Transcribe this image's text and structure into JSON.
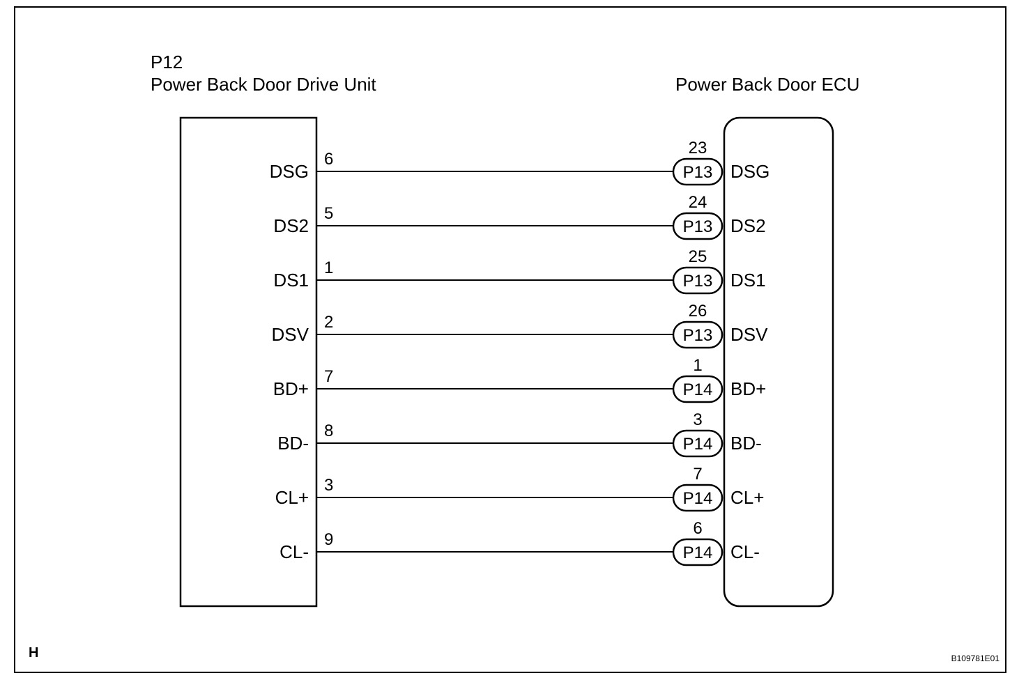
{
  "left_unit": {
    "connector": "P12",
    "name": "Power Back Door Drive Unit"
  },
  "right_unit": {
    "name": "Power Back Door ECU"
  },
  "wires": [
    {
      "left_label": "DSG",
      "left_pin": "6",
      "right_pin": "23",
      "right_connector": "P13",
      "right_label": "DSG"
    },
    {
      "left_label": "DS2",
      "left_pin": "5",
      "right_pin": "24",
      "right_connector": "P13",
      "right_label": "DS2"
    },
    {
      "left_label": "DS1",
      "left_pin": "1",
      "right_pin": "25",
      "right_connector": "P13",
      "right_label": "DS1"
    },
    {
      "left_label": "DSV",
      "left_pin": "2",
      "right_pin": "26",
      "right_connector": "P13",
      "right_label": "DSV"
    },
    {
      "left_label": "BD+",
      "left_pin": "7",
      "right_pin": "1",
      "right_connector": "P14",
      "right_label": "BD+"
    },
    {
      "left_label": "BD-",
      "left_pin": "8",
      "right_pin": "3",
      "right_connector": "P14",
      "right_label": "BD-"
    },
    {
      "left_label": "CL+",
      "left_pin": "3",
      "right_pin": "7",
      "right_connector": "P14",
      "right_label": "CL+"
    },
    {
      "left_label": "CL-",
      "left_pin": "9",
      "right_pin": "6",
      "right_connector": "P14",
      "right_label": "CL-"
    }
  ],
  "footer": {
    "corner_letter": "H",
    "figure_id": "B109781E01"
  }
}
